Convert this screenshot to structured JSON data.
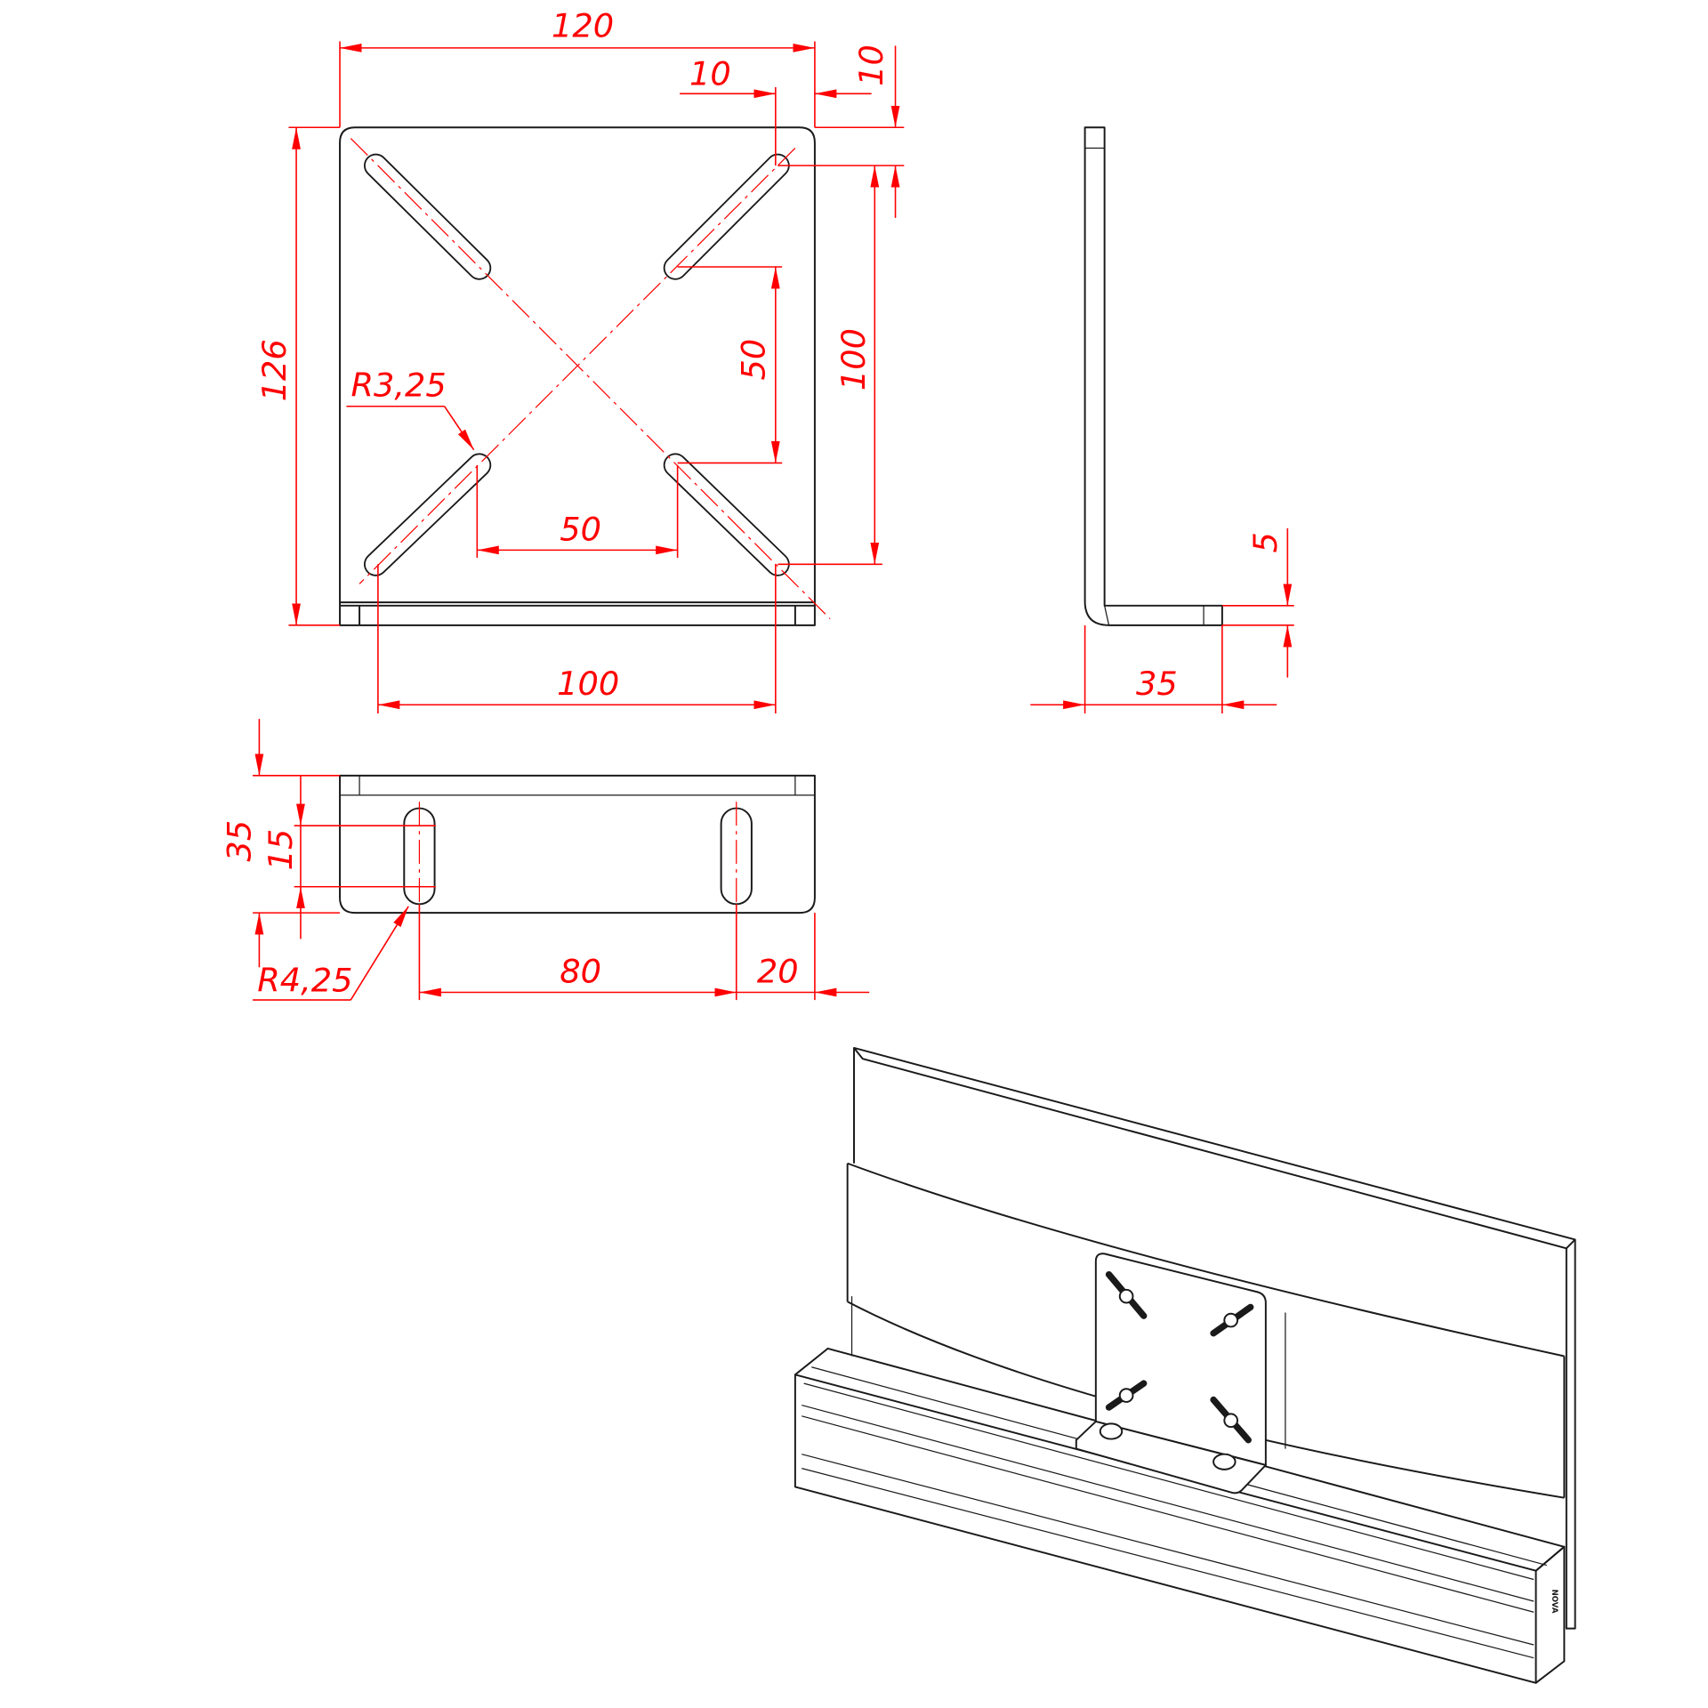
{
  "drawing": {
    "front_view": {
      "width_overall": "120",
      "slot_offset_x": "10",
      "slot_offset_y": "10",
      "height_overall": "126",
      "slot_radius": "R3,25",
      "slot_spacing_vertical_inner": "50",
      "slot_spacing_vertical_outer": "100",
      "slot_spacing_horizontal_inner": "50",
      "slot_spacing_horizontal_outer": "100"
    },
    "side_view": {
      "thickness": "5",
      "leg_length": "35"
    },
    "bottom_view": {
      "leg_depth": "35",
      "slot_length": "15",
      "slot_radius": "R4,25",
      "slot_spacing": "80",
      "edge_offset": "20"
    },
    "isometric_view": {
      "end_cap_logo": "NOVA"
    },
    "colors": {
      "dimension": "#ff0000",
      "outline": "#1a1a1a"
    }
  }
}
